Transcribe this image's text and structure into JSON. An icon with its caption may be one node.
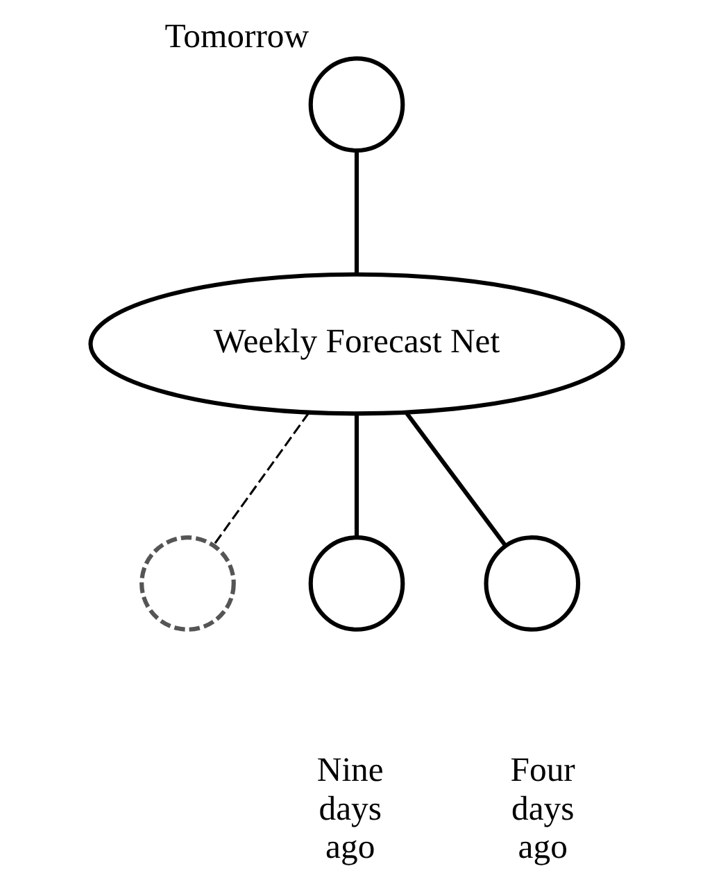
{
  "diagram": {
    "nodes": [
      {
        "text": [],
        "shape": "circle",
        "beside": [
          "Tomorrow"
        ]
      },
      {
        "text": [
          "Weekly Forecast Net"
        ]
      },
      {
        "text": [],
        "shape": "circle"
      },
      {
        "text": [],
        "shape": "circle",
        "beside": [
          "Nine days ago"
        ]
      },
      {
        "text": [],
        "shape": "circle",
        "beside": [
          "Four days ago"
        ]
      }
    ],
    "edges": [
      {
        "from": 0,
        "to": 1,
        "arrow": "none"
      },
      {
        "from": 1,
        "to": 2,
        "arrow": "none",
        "style": "dashed"
      },
      {
        "from": 1,
        "to": 3,
        "arrow": "none"
      },
      {
        "from": 1,
        "to": 4,
        "arrow": "none"
      }
    ]
  }
}
